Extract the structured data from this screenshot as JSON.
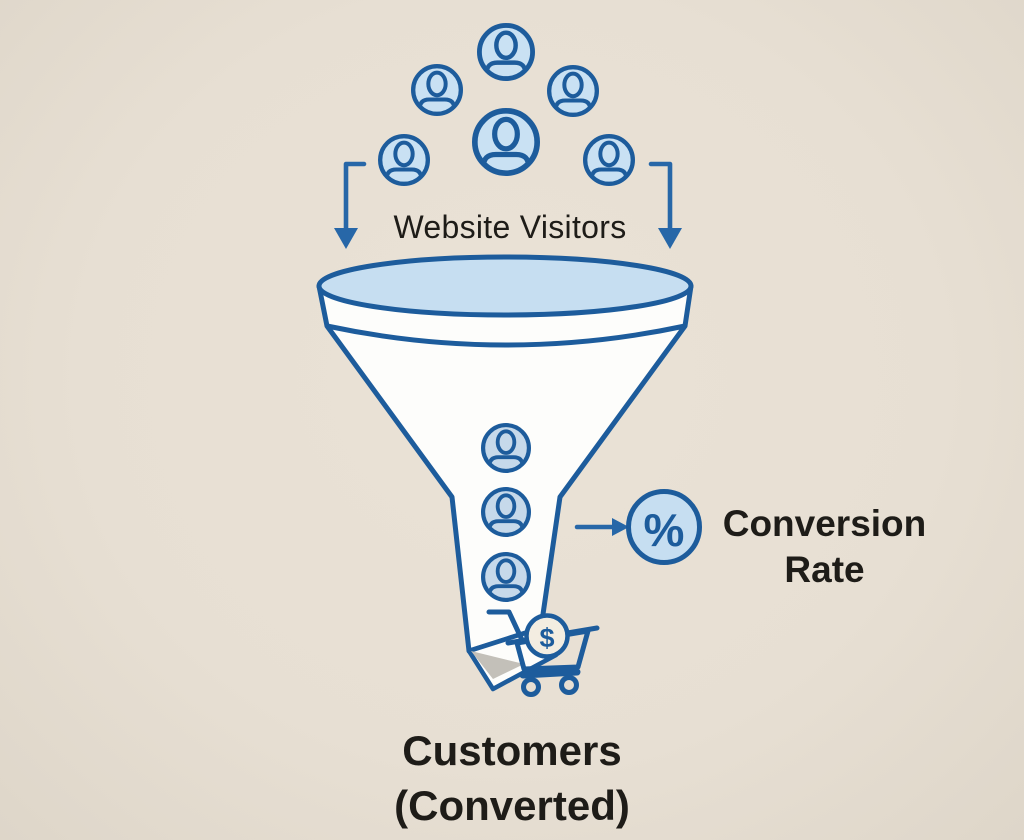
{
  "diagram": {
    "labels": {
      "visitors": "Website Visitors",
      "conversion": {
        "line1": "Conversion",
        "line2": "Rate"
      },
      "customers": {
        "line1": "Customers",
        "line2": "(Converted)"
      }
    },
    "glyphs": {
      "percent": "%",
      "dollar": "$"
    },
    "icon_counts": {
      "top_visitor_icons": 6,
      "funnel_person_icons": 3
    },
    "colors": {
      "background": "#e7dfd3",
      "outline_blue": "#1d5c9c",
      "light_blue_fill": "#c6def1",
      "visitor_icon_fill": "#c9e1f3",
      "funnel_person_fill": "#c6d9ea",
      "funnel_body_fill": "#fdfdfb",
      "text": "#1e1c18",
      "arrow_blue": "#2767a8"
    }
  }
}
